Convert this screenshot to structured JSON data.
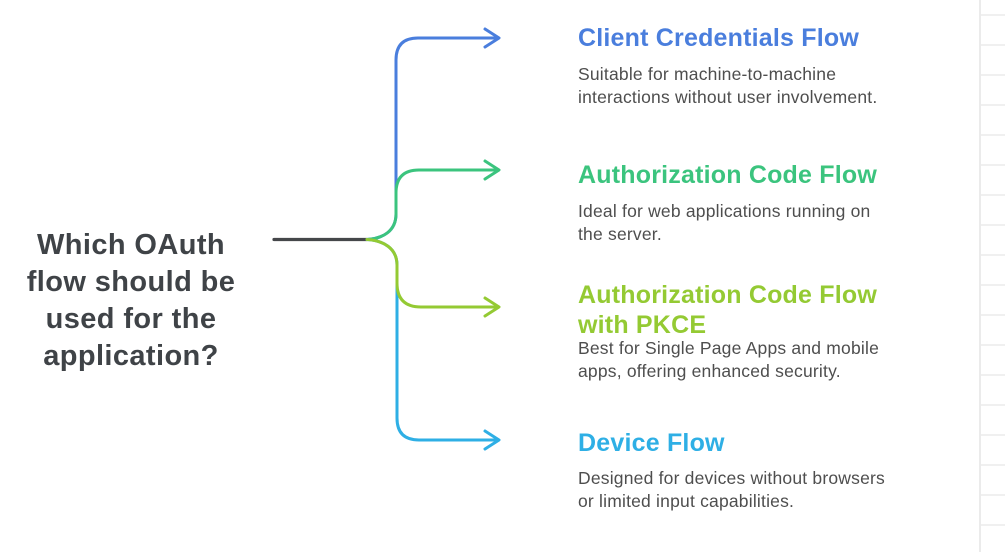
{
  "diagram": {
    "type": "mindmap",
    "root": {
      "label": "Which OAuth\nflow should be\nused for the\napplication?",
      "text_color": "#3f4347",
      "line_color": "#45474a"
    },
    "description_color": "#4e4e4e",
    "branches": [
      {
        "id": "client-credentials-flow",
        "title": "Client Credentials Flow",
        "description": "Suitable for machine-to-machine\ninteractions without user involvement.",
        "color": "#4a7edd"
      },
      {
        "id": "authorization-code-flow",
        "title": "Authorization Code Flow",
        "description": "Ideal for web applications running on\nthe server.",
        "color": "#3bc47e"
      },
      {
        "id": "authorization-code-flow-with-pkce",
        "title": "Authorization Code Flow\nwith PKCE",
        "description": "Best for Single Page Apps and mobile\napps, offering enhanced security.",
        "color": "#94ca33"
      },
      {
        "id": "device-flow",
        "title": "Device Flow",
        "description": "Designed for devices without browsers\nor limited input capabilities.",
        "color": "#2eafe5"
      }
    ]
  },
  "canvas": {
    "background": "#ffffff",
    "grid_line_color": "#f0f0f0",
    "grid_vertical_line_color": "#ebebeb"
  }
}
